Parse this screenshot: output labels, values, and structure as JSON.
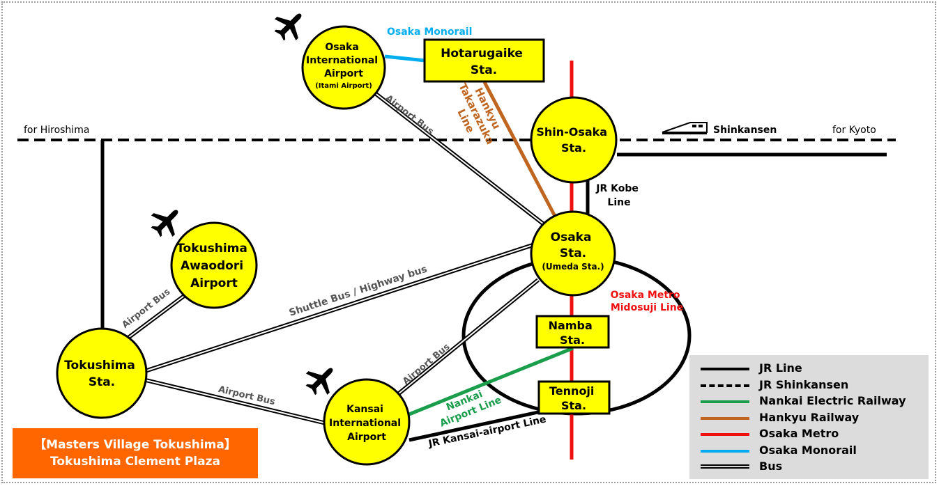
{
  "stations": {
    "itami": [
      "Osaka",
      "International",
      "Airport"
    ],
    "itami_sub": "(Itami Airport)",
    "hotarugaike": [
      "Hotarugaike",
      "Sta."
    ],
    "shin_osaka": [
      "Shin-Osaka",
      "Sta."
    ],
    "osaka": [
      "Osaka",
      "Sta."
    ],
    "osaka_sub": "(Umeda Sta.)",
    "namba": [
      "Namba",
      "Sta."
    ],
    "tennoji": [
      "Tennoji",
      "Sta."
    ],
    "kansai": [
      "Kansai",
      "International",
      "Airport"
    ],
    "tokushima_airport": [
      "Tokushima",
      "Awaodori",
      "Airport"
    ],
    "tokushima": [
      "Tokushima",
      "Sta."
    ]
  },
  "line_labels": {
    "osaka_monorail": "Osaka Monorail",
    "hankyu": [
      "Hankyu",
      "Takarazuka",
      "Line"
    ],
    "for_hiroshima": "for Hiroshima",
    "for_kyoto": "for Kyoto",
    "shinkansen": "Shinkansen",
    "jr_kobe": [
      "JR Kobe",
      "Line"
    ],
    "metro_midosuji": [
      "Osaka Metro",
      "Midosuji Line"
    ],
    "nankai_airport": [
      "Nankai",
      "Airport Line"
    ],
    "jr_kansai_airport": "JR Kansai-airport Line",
    "bus_itami": "Airport Bus",
    "bus_tokushima_airport": "Airport Bus",
    "bus_shuttle": "Shuttle Bus / Highway bus",
    "bus_kansai_osaka": "Airport Bus",
    "bus_tokushima_kansai": "Airport Bus"
  },
  "legend": [
    {
      "label": "JR Line",
      "style": "solid",
      "color": "#000000"
    },
    {
      "label": "JR Shinkansen",
      "style": "dashed",
      "color": "#000000"
    },
    {
      "label": "Nankai Electric Railway",
      "style": "solid",
      "color": "#1a9e4b"
    },
    {
      "label": "Hankyu Railway",
      "style": "solid",
      "color": "#c0651f"
    },
    {
      "label": "Osaka Metro",
      "style": "solid",
      "color": "#ee1111"
    },
    {
      "label": "Osaka Monorail",
      "style": "solid",
      "color": "#00aeef"
    },
    {
      "label": "Bus",
      "style": "double",
      "color": "#000000"
    }
  ],
  "banner": {
    "line1": "【Masters Village Tokushima】",
    "line2": "Tokushima Clement Plaza"
  },
  "colors": {
    "station_fill": "#ffff00",
    "jr": "#000000",
    "nankai": "#1a9e4b",
    "hankyu": "#c0651f",
    "metro": "#ee1111",
    "monorail": "#00aeef",
    "bus_label": "#555555",
    "banner": "#ff6600"
  },
  "icons": [
    "airplane-icon",
    "airplane-icon",
    "airplane-icon",
    "shinkansen-train-icon"
  ]
}
